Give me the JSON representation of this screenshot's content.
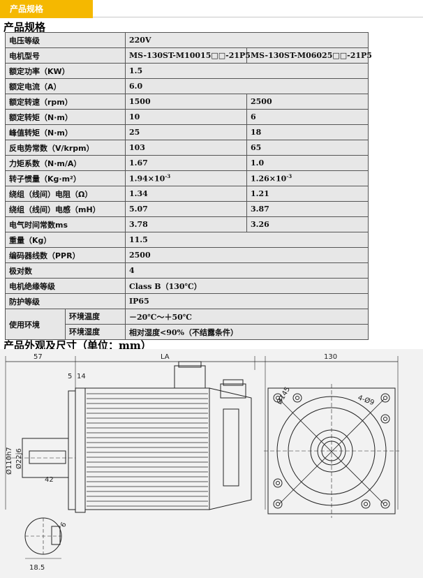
{
  "tab_label": "产品规格",
  "section1_title": "产品规格",
  "section2_title": "产品外观及尺寸（单位：mm）",
  "rows": [
    {
      "label": "电压等级",
      "v1": "220V"
    },
    {
      "label": "电机型号",
      "v1": "MS-130ST-M10015□□-21P5",
      "v2": "MS-130ST-M06025□□-21P5"
    },
    {
      "label": "额定功率（KW）",
      "v1": "1.5"
    },
    {
      "label": "额定电流（A）",
      "v1": "6.0"
    },
    {
      "label": "额定转速（rpm）",
      "v1": "1500",
      "v2": "2500"
    },
    {
      "label": "额定转矩（N·m）",
      "v1": "10",
      "v2": "6"
    },
    {
      "label": "峰值转矩（N·m）",
      "v1": "25",
      "v2": "18"
    },
    {
      "label": "反电势常数（V/krpm）",
      "v1": "103",
      "v2": "65"
    },
    {
      "label": "力矩系数（N·m/A）",
      "v1": "1.67",
      "v2": "1.0"
    },
    {
      "label": "转子惯量（Kg·m²）",
      "v1": "1.94×10",
      "v1_sup": "-3",
      "v2": "1.26×10",
      "v2_sup": "-3"
    },
    {
      "label": "绕组（线间）电阻（Ω）",
      "v1": "1.34",
      "v2": "1.21"
    },
    {
      "label": "绕组（线间）电感（mH）",
      "v1": "5.07",
      "v2": "3.87"
    },
    {
      "label": "电气时间常数ms",
      "v1": "3.78",
      "v2": "3.26"
    },
    {
      "label": "重量（Kg）",
      "v1": "11.5"
    },
    {
      "label": "编码器线数（PPR）",
      "v1": "2500"
    },
    {
      "label": "极对数",
      "v1": "4"
    },
    {
      "label": "电机绝缘等级",
      "v1": "Class B（130℃）"
    },
    {
      "label": "防护等级",
      "v1": "IP65"
    }
  ],
  "env": {
    "label": "使用环境",
    "temp_label": "环境温度",
    "temp_value": "－20℃～＋50℃",
    "hum_label": "环境湿度",
    "hum_value": "相对湿度<90%（不结露条件）"
  },
  "dims": {
    "d57": "57",
    "la": "LA",
    "d130": "130",
    "d5": "5",
    "d14": "14",
    "d42": "42",
    "shaft": "Ø110h7",
    "shaft2": "Ø22j6",
    "d145": "Ø145",
    "holes": "4-Ø9",
    "key": "6",
    "keyw": "18.5"
  }
}
